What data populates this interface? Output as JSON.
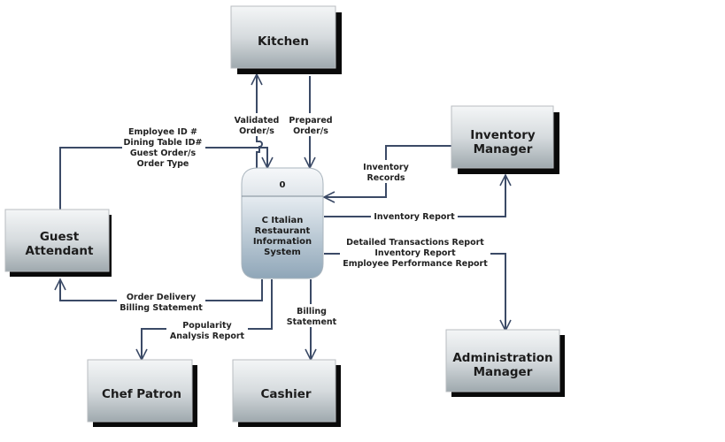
{
  "colors": {
    "line": "#3b4a66",
    "entity_top": "#f4f6f7",
    "entity_bottom": "#9fa9ae",
    "process_top": "#f6f8fa",
    "process_bottom": "#8fa6b8",
    "shadow": "#0a0a0a"
  },
  "process": {
    "number": "0",
    "name_lines": [
      "C Italian",
      "Restaurant",
      "Information",
      "System"
    ]
  },
  "entities": {
    "kitchen": {
      "lines": [
        "Kitchen"
      ]
    },
    "inventory_manager": {
      "lines": [
        "Inventory",
        "Manager"
      ]
    },
    "guest_attendant": {
      "lines": [
        "Guest",
        "Attendant"
      ]
    },
    "chef_patron": {
      "lines": [
        "Chef Patron"
      ]
    },
    "cashier": {
      "lines": [
        "Cashier"
      ]
    },
    "administration_manager": {
      "lines": [
        "Administration",
        "Manager"
      ]
    }
  },
  "flows": {
    "validated_orders": {
      "lines": [
        "Validated",
        "Order/s"
      ]
    },
    "prepared_orders": {
      "lines": [
        "Prepared",
        "Order/s"
      ]
    },
    "guest_inputs": {
      "lines": [
        "Employee ID #",
        "Dining Table ID#",
        "Guest Order/s",
        "Order Type"
      ]
    },
    "inventory_records": {
      "lines": [
        "Inventory",
        "Records"
      ]
    },
    "inventory_report": {
      "lines": [
        "Inventory Report"
      ]
    },
    "admin_reports": {
      "lines": [
        "Detailed Transactions Report",
        "Inventory Report",
        "Employee Performance Report"
      ]
    },
    "order_delivery": {
      "lines": [
        "Order Delivery",
        "Billing Statement"
      ]
    },
    "popularity": {
      "lines": [
        "Popularity",
        "Analysis Report"
      ]
    },
    "billing_statement": {
      "lines": [
        "Billing",
        "Statement"
      ]
    }
  }
}
